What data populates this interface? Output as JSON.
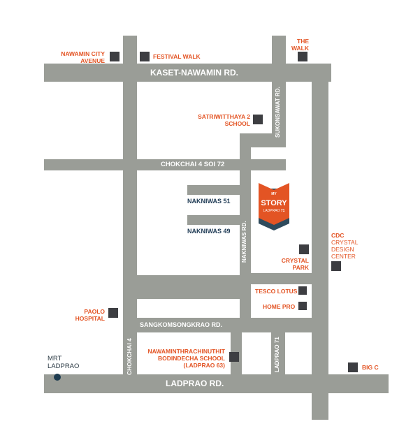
{
  "roads": {
    "kaset": "KASET-NAWAMIN RD.",
    "chokchai4soi72": "CHOKCHAI 4 SOI 72",
    "sangkom": "SANGKOMSONGKRAO RD.",
    "ladprao": "LADPRAO RD.",
    "chokchai4": "CHOKCHAI 4",
    "sukonsawat": "SUKONSAWAT RD.",
    "nakniwas": "NAKNIWAS RD.",
    "ladprao71": "LADPRAO 71"
  },
  "streets": {
    "nakniwas51": "NAKNIWAS 51",
    "nakniwas49": "NAKNIWAS 49"
  },
  "landmarks": {
    "nawamin_city": [
      "NAWAMIN CITY",
      "AVENUE"
    ],
    "festival_walk": "FESTIVAL WALK",
    "the_walk": [
      "THE",
      "WALK"
    ],
    "satriwitthaya": [
      "SATRIWITTHAYA 2",
      "SCHOOL"
    ],
    "crystal_park": [
      "CRYSTAL",
      "PARK"
    ],
    "cdc": [
      "CDC",
      "CRYSTAL",
      "DESIGN",
      "CENTER"
    ],
    "tesco": "TESCO LOTUS",
    "homepro": "HOME PRO",
    "paolo": [
      "PAOLO",
      "HOSPITAL"
    ],
    "school": [
      "NAWAMINTHRACHINUTHIT",
      "BODINDECHA SCHOOL",
      "(LADPRAO 63)"
    ],
    "bigc": "BIG C"
  },
  "mrt": [
    "MRT",
    "LADPRAO"
  ],
  "logo": {
    "my": "MY",
    "story": "STORY",
    "ladprao": "LADPRAO",
    "num": "71",
    "colors": {
      "primary": "#e35424",
      "secondary": "#2e4a5c"
    }
  },
  "colors": {
    "road": "#9a9d97",
    "landmark": "#3d3e42",
    "poi_text": "#e35424",
    "street_text": "#1f3b55"
  }
}
